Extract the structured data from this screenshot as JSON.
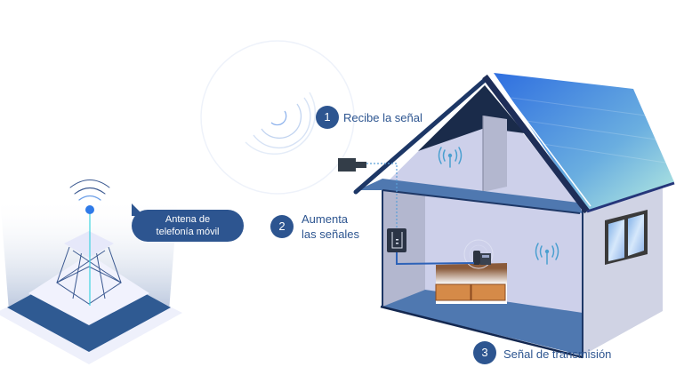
{
  "tower": {
    "bubble_line1": "Antena de",
    "bubble_line2": "telefonía móvil"
  },
  "steps": [
    {
      "number": "1",
      "label": "Recibe la señal"
    },
    {
      "number": "2",
      "label_line1": "Aumenta",
      "label_line2": "las señales"
    },
    {
      "number": "3",
      "label": "Señal de transmisión"
    }
  ],
  "colors": {
    "accent": "#2d5590",
    "signal": "#4a9fd0",
    "roof_start": "#2f6fe0",
    "roof_end": "#b8ede0",
    "wall": "#cdd0ea",
    "floor": "#4f78b0",
    "frame": "#1d3766"
  }
}
